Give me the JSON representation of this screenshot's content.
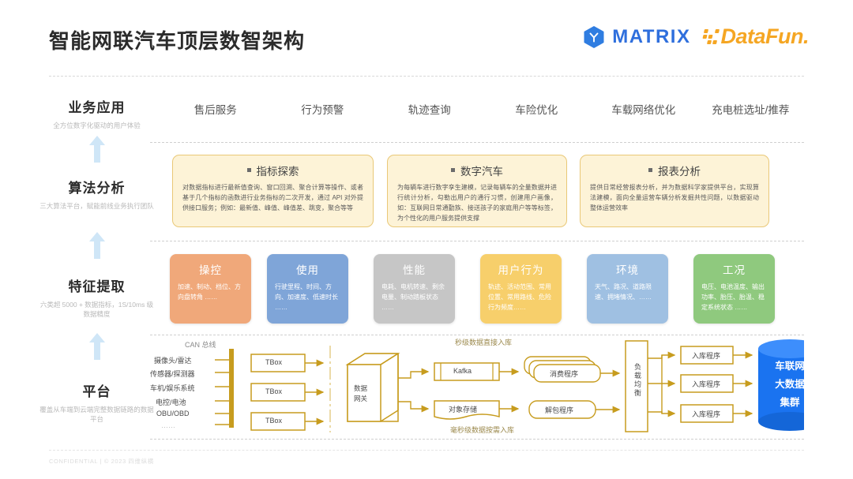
{
  "header": {
    "title": "智能网联汽车顶层数智架构",
    "logos": [
      {
        "name": "matrix",
        "text": "MATRIX",
        "color": "#2f6fdd"
      },
      {
        "name": "datafun",
        "text": "DataFun.",
        "color": "#f5a623"
      }
    ]
  },
  "rail": [
    {
      "title": "业务应用",
      "sub": "全方位数字化驱动的用户体验"
    },
    {
      "title": "算法分析",
      "sub": "三大算法平台，赋能前线业务执行团队"
    },
    {
      "title": "特征提取",
      "sub": "六类超 5000 + 数据指标，1S/10ms 级数据精度"
    },
    {
      "title": "平台",
      "sub": "覆盖从车端到云端完整数据链路的数据平台"
    }
  ],
  "apps": [
    "售后服务",
    "行为预警",
    "轨迹查询",
    "车险优化",
    "车载网络优化",
    "充电桩选址/推荐"
  ],
  "algo_cards": [
    {
      "title": "指标探索",
      "body": "对数据指标进行最新值查询、窗口回溯、聚合计算等操作、或者基于几个指标的函数进行业务指标的二次开发，通过 API 对外提供接口服务；例如：最新值、峰值、峰值差、跳变，聚合等等"
    },
    {
      "title": "数字汽车",
      "body": "为每辆车进行数字孪生建模，记录每辆车的全量数据并进行统计分析，勾勒出用户的通行习惯，创建用户画像，如：互联网日常通勤族、接送孩子的家庭用户等等标签，为个性化的用户服务提供支撑"
    },
    {
      "title": "报表分析",
      "body": "提供日常经营报表分析，并为数据科学家提供平台，实现算法建模，面向全量运营车辆分析发掘共性问题，以数据驱动整体运营效率"
    }
  ],
  "feature_cards": [
    {
      "title": "操控",
      "body": "加速、制动、档位、方向盘转角 ……",
      "color": "#f0a87a"
    },
    {
      "title": "使用",
      "body": "行驶里程、时间、方向、加速度、低速时长 ……",
      "color": "#7fa5d8"
    },
    {
      "title": "性能",
      "body": "电耗、电机转速、剩余电量、制动踏板状态 ……",
      "color": "#c6c6c6"
    },
    {
      "title": "用户行为",
      "body": "轨迹、活动范围、常用位置、常用路线、危险行为频度……",
      "color": "#f7cf6b"
    },
    {
      "title": "环境",
      "body": "天气、路况、道路限速、拥堵情况、……",
      "color": "#9fc0e2"
    },
    {
      "title": "工况",
      "body": "电压、电池温度、输出功率、胎压、胎温、稳定系统状态 ……",
      "color": "#8fc97e"
    }
  ],
  "platform": {
    "bus_label": "CAN 总线",
    "sources": [
      "摄像头/雷达",
      "传感器/探测器",
      "车机/娱乐系统",
      "电控/电池",
      "OBU/OBD",
      "……"
    ],
    "tbox_label": "TBox",
    "tbox_count": 3,
    "gateway_label": "数据\n网关",
    "gateway_line1": "数据",
    "gateway_line2": "网关",
    "kafka_label": "Kafka",
    "object_store_label": "对象存储",
    "consumer_label": "消费程序",
    "unpack_label": "解包程序",
    "lb_label": "负载均衡",
    "ingest_label": "入库程序",
    "ingest_count": 3,
    "top_note": "秒级数据直接入库",
    "bottom_note": "毫秒级数据按需入库",
    "cluster_line1": "车联网",
    "cluster_line2": "大数据",
    "cluster_line3": "集群",
    "cluster_color": "#1a73f0"
  },
  "footer": {
    "text": "CONFIDENTIAL | © 2023 四维纵横"
  }
}
